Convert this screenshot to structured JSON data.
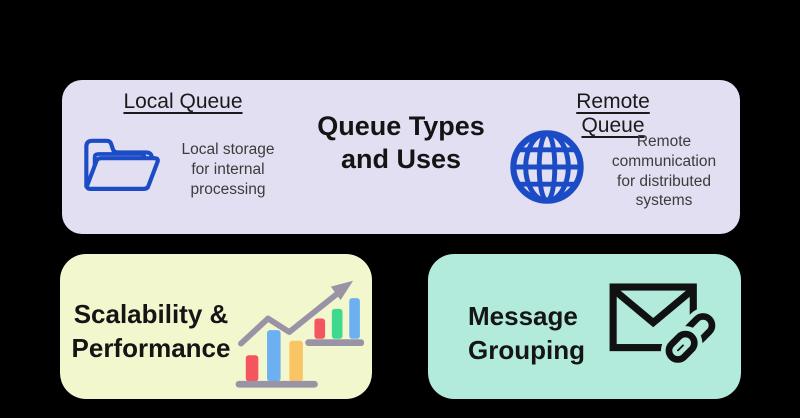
{
  "canvas": {
    "background": "#000000"
  },
  "header": {
    "title": ""
  },
  "cards": {
    "queue_types": {
      "background": "#E3DFF2",
      "title": "Queue Types and Uses",
      "icon_color": "#1C4CC5",
      "local": {
        "heading": "Local Queue",
        "description": "Local storage for internal processing",
        "icon": "folder-icon"
      },
      "remote": {
        "heading": "Remote Queue",
        "description": "Remote communication for distributed systems",
        "icon": "globe-icon"
      }
    },
    "scalability": {
      "background": "#F3F7CE",
      "title": "Scalability & Performance",
      "icon": "growth-chart-icon",
      "icon_colors": {
        "red": "#F4555E",
        "blue": "#6CB0F2",
        "yellow": "#F9C463",
        "green": "#3ED98F",
        "gray": "#9A93A6"
      }
    },
    "grouping": {
      "background": "#B2EADC",
      "title": "Message Grouping",
      "icon": "envelope-link-icon",
      "icon_color": "#111111"
    }
  }
}
